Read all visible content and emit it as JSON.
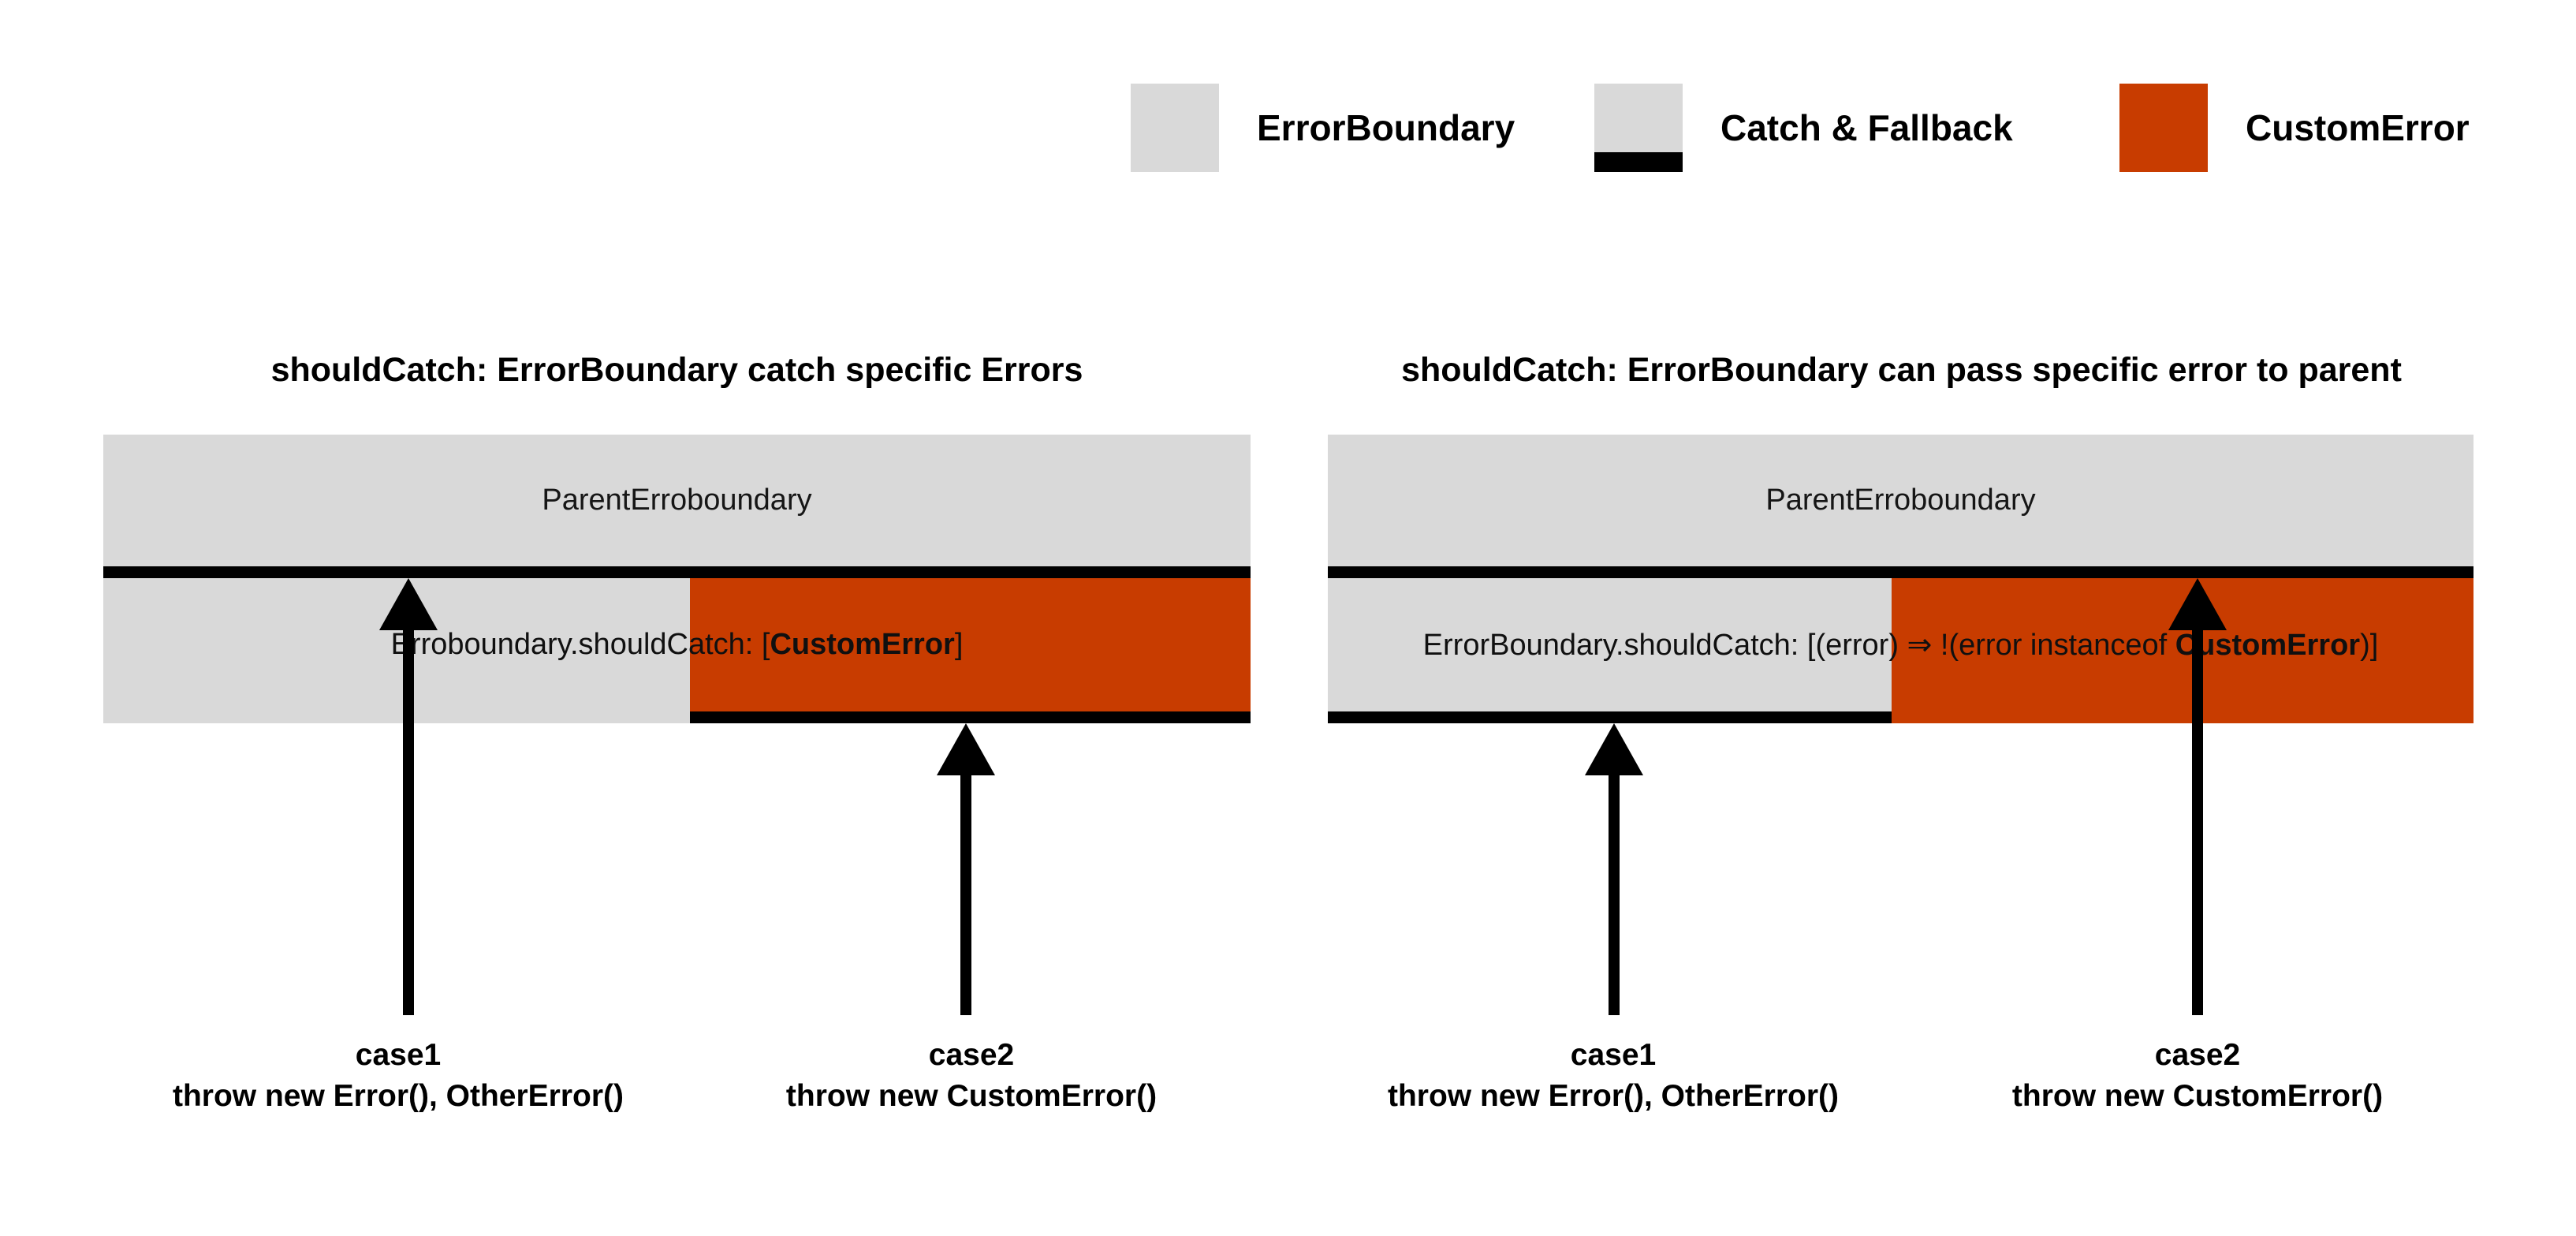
{
  "colors": {
    "error_boundary_gray": "#d9d9d9",
    "custom_error_orange": "#c83c00",
    "catch_fallback_black": "#000000"
  },
  "legend": {
    "items": [
      {
        "swatch": "error-boundary-gray",
        "label": "ErrorBoundary"
      },
      {
        "swatch": "catch-fallback-gray-black-underline",
        "label": "Catch & Fallback"
      },
      {
        "swatch": "custom-error-orange",
        "label": "CustomError"
      }
    ]
  },
  "diagrams": [
    {
      "title": "shouldCatch: ErrorBoundary catch specific Errors",
      "parent_label": "ParentErroboundary",
      "child": {
        "prefix": "Erroboundary.shouldCatch: [",
        "bold": "CustomError",
        "suffix": "]"
      },
      "cases": [
        {
          "name": "case1",
          "code": "throw new Error(), OtherError()"
        },
        {
          "name": "case2",
          "code": "throw new CustomError()"
        }
      ]
    },
    {
      "title": "shouldCatch: ErrorBoundary can pass specific error to parent",
      "parent_label": "ParentErroboundary",
      "child": {
        "prefix": "ErrorBoundary.shouldCatch: [(error) ⇒ !(error instanceof ",
        "bold": "CustomError",
        "suffix": ")]"
      },
      "cases": [
        {
          "name": "case1",
          "code": "throw new Error(), OtherError()"
        },
        {
          "name": "case2",
          "code": "throw new CustomError()"
        }
      ]
    }
  ]
}
